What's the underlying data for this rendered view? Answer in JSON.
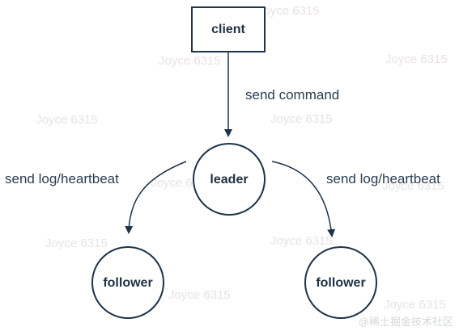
{
  "nodes": {
    "client": "client",
    "leader": "leader",
    "follower_left": "follower",
    "follower_right": "follower"
  },
  "edges": {
    "client_to_leader": "send command",
    "leader_to_left": "send log/heartbeat",
    "leader_to_right": "send log/heartbeat"
  },
  "watermark": "Joyce 6315",
  "credit": "@稀土掘金技术社区",
  "colors": {
    "stroke": "#1e3347",
    "text": "#2a3d52",
    "watermark": "#e9e2e2"
  }
}
